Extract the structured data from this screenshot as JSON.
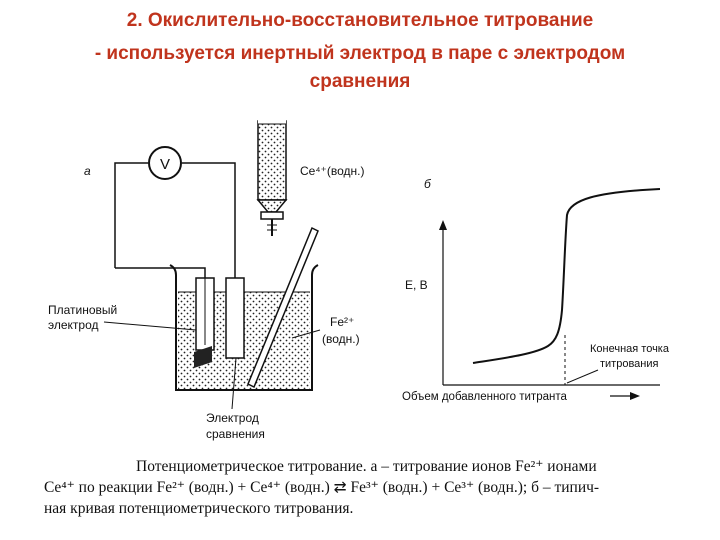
{
  "title": {
    "line1": "2. Окислительно-восстановительное титрование",
    "line2a": "- используется инертный электрод в паре с электродом",
    "line2b": "сравнения"
  },
  "diagram_a": {
    "panel_label": "а",
    "voltmeter": "V",
    "burette_label": "Ce⁴⁺(водн.)",
    "pt_electrode_line1": "Платиновый",
    "pt_electrode_line2": "электрод",
    "solution_line1": "Fe²⁺",
    "solution_line2": "(водн.)",
    "ref_electrode_line1": "Электрод",
    "ref_electrode_line2": "сравнения"
  },
  "diagram_b": {
    "panel_label": "б",
    "ylabel": "E, В",
    "xlabel": "Объем добавленного титранта",
    "endpoint_line1": "Конечная точка",
    "endpoint_line2": "титрования"
  },
  "caption": {
    "line1": "Потенциометрическое титрование. а – титрование ионов Fe²⁺ ионами",
    "line2": "Ce⁴⁺ по реакции Fe²⁺ (водн.) + Ce⁴⁺ (водн.) ⇄ Fe³⁺ (водн.) + Ce³⁺ (водн.); б – типич-",
    "line3": "ная кривая потенциометрического титрования."
  },
  "colors": {
    "title": "#c0341d",
    "ink": "#111111"
  }
}
